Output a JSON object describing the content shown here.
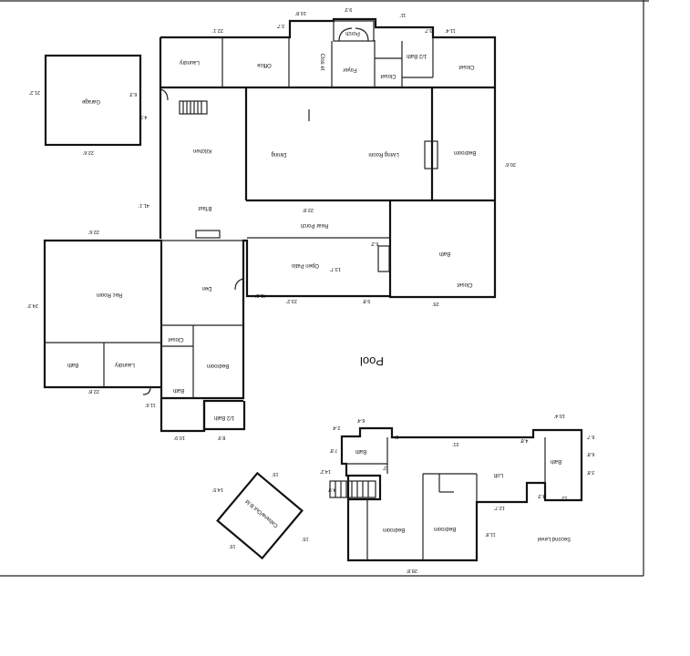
{
  "rooms": {
    "porch": "Porch",
    "closet_top": "Clos et",
    "office": "Office",
    "laundry_top": "Laundry",
    "foyer": "Foyer",
    "closet_foyer": "Closet",
    "half_bath_top": "1/2 Bath",
    "closet_top_right": "Closet",
    "garage": "Garage",
    "kitchen": "Kitchen",
    "dining": "Dining",
    "living_room": "Living Room",
    "bedroom_main_right": "Bedroom",
    "bfast": "B'fast",
    "rear_porch": "Rear Porch",
    "bath_main_right": "Bath",
    "open_patio": "Open Patio",
    "closet_main_right": "Closet",
    "den": "Den",
    "rec_room": "Rec Room",
    "closet_left": "Closet",
    "bedroom_left": "Bedroom",
    "bath_rec": "Bath",
    "laundry_rec": "Laundry",
    "bath_left": "Bath",
    "half_bath_left": "1/2 Bath",
    "pool": "Pool",
    "cabana": "Cabana/Out B.ld",
    "bath_second": "Bath",
    "bath_second_right": "Bath",
    "loft": "Loft",
    "bedroom_second_a": "Bedroom",
    "bedroom_second_b": "Bedroom",
    "second_level": "Second Level"
  },
  "dimensions": {
    "d_10_8": "10.8'",
    "d_9_3": "9.3'",
    "d_11": "11'",
    "d_11_4_top": "11.4'",
    "d_3_7": "3.7'",
    "d_22_1": "22.1'",
    "d_3_7b": "3.7'",
    "d_21_2": "21.2'",
    "d_6_3": "6.3'",
    "d_4_9": "4.9'",
    "d_22_6": "22.6'",
    "d_20_6": "20.6'",
    "d_41_1": "41.1'",
    "d_22_6b": "22.6'",
    "d_22_8": "22.8'",
    "d_6_2": "6.2'",
    "d_13_7": "13.7'",
    "d_24_3": "24.3'",
    "d_23_2": "23.2'",
    "d_9_8": "9.8'",
    "d_25": "25'",
    "d_41_1b": "41.1'",
    "d_22_8b": "22.8'",
    "d_11_6": "11.6'",
    "d_10_9": "10.9'",
    "d_8_9": "8.9'",
    "d_14_5": "14.5'",
    "d_15": "15'",
    "d_15b": "15'",
    "d_15c": "15'",
    "d_6_4": "6.4'",
    "d_7_8": "7.8'",
    "d_2_4": "2.4'",
    "d_5": "5'",
    "d_31": "31'",
    "d_4_8": "4.8'",
    "d_10_4": "10.4'",
    "d_6_7": "6.7'",
    "d_6_8": "6.8'",
    "d_3_8": "3.8'",
    "d_12": "12'",
    "d_4_3": "4.3'",
    "d_12_7": "12.7'",
    "d_14_2": "14.2'",
    "d_4_9b": "4.9'",
    "d_11_8": "11.8'",
    "d_28_8": "28.8'",
    "d_2": "2'"
  }
}
